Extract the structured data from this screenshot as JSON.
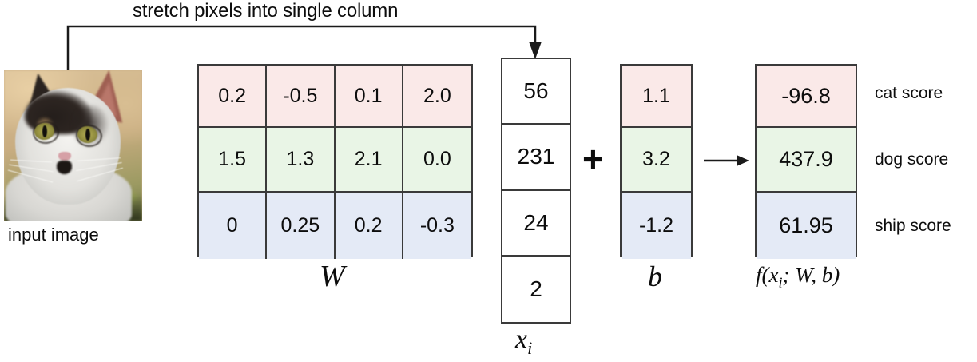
{
  "diagram": {
    "title": "stretch pixels into single column",
    "input_image_caption": "input image",
    "plus_symbol": "+",
    "labels": {
      "weights": "W",
      "input_vector": "x",
      "input_vector_sub": "i",
      "bias": "b",
      "function": "f(x",
      "function_sub": "i",
      "function_tail": "; W, b)"
    },
    "colors": {
      "cat_row": "#fae9e8",
      "dog_row": "#e9f5e6",
      "ship_row": "#e4eaf6",
      "border": "#3a3a3a",
      "text": "#0d0d0d"
    }
  },
  "weights_matrix": {
    "rows": [
      {
        "klass": "cat",
        "values": [
          "0.2",
          "-0.5",
          "0.1",
          "2.0"
        ]
      },
      {
        "klass": "dog",
        "values": [
          "1.5",
          "1.3",
          "2.1",
          "0.0"
        ]
      },
      {
        "klass": "ship",
        "values": [
          "0",
          "0.25",
          "0.2",
          "-0.3"
        ]
      }
    ]
  },
  "input_vector": {
    "values": [
      "56",
      "231",
      "24",
      "2"
    ]
  },
  "bias_vector": {
    "rows": [
      {
        "klass": "cat",
        "value": "1.1"
      },
      {
        "klass": "dog",
        "value": "3.2"
      },
      {
        "klass": "ship",
        "value": "-1.2"
      }
    ]
  },
  "scores": {
    "rows": [
      {
        "klass": "cat",
        "value": "-96.8",
        "label": "cat score"
      },
      {
        "klass": "dog",
        "value": "437.9",
        "label": "dog score"
      },
      {
        "klass": "ship",
        "value": "61.95",
        "label": "ship score"
      }
    ]
  }
}
